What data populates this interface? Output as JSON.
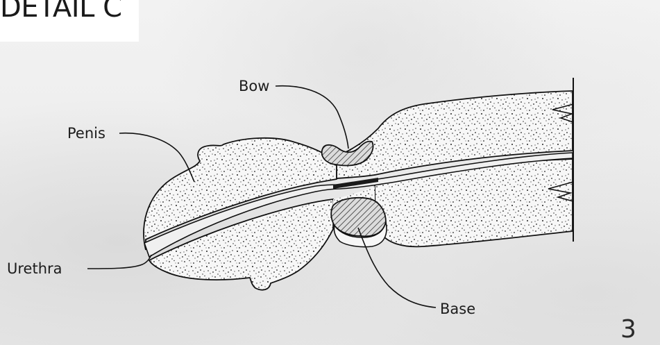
{
  "title": "DETAIL C",
  "labels": {
    "bow": "Bow",
    "penis": "Penis",
    "urethra": "Urethra",
    "base": "Base"
  },
  "page_number": "3"
}
